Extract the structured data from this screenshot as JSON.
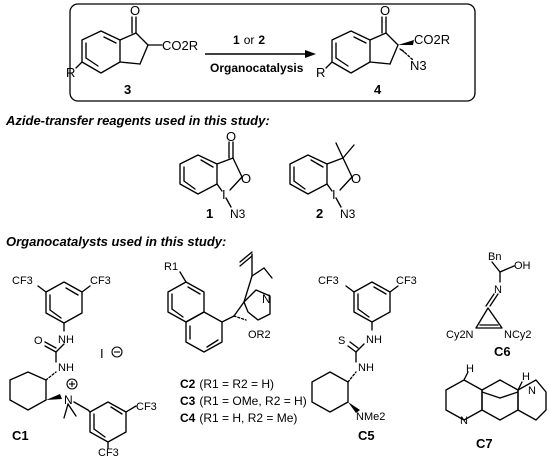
{
  "scheme": {
    "substrate_label": "3",
    "substrate_group": "CO2R",
    "substrate_r": "R",
    "product_label": "4",
    "product_group": "CO2R",
    "product_azide": "N3",
    "product_r": "R",
    "ketone_o": "O",
    "reagents_bold_1": "1",
    "reagents_or": "or",
    "reagents_bold_2": "2",
    "conditions": "Organocatalysis"
  },
  "azide_section": {
    "heading": "Azide-transfer reagents used in this study:",
    "reagent1_label": "1",
    "reagent2_label": "2",
    "atom_o": "O",
    "atom_i": "I",
    "atom_n3": "N3"
  },
  "catalyst_section": {
    "heading": "Organocatalysts used in this study:",
    "c1": {
      "label": "C1",
      "cf3": "CF3",
      "o": "O",
      "nh": "NH",
      "n": "N",
      "iodide": "I"
    },
    "c2c4": {
      "r1": "R1",
      "n": "N",
      "or2": "OR2",
      "c2": "C2",
      "c2_cond": "(R1 = R2 = H)",
      "c3": "C3",
      "c3_cond": "(R1 = OMe, R2 = H)",
      "c4": "C4",
      "c4_cond": "(R1 = H, R2 = Me)"
    },
    "c5": {
      "label": "C5",
      "cf3": "CF3",
      "s": "S",
      "nh": "NH",
      "nme2": "NMe2"
    },
    "c6": {
      "label": "C6",
      "bn": "Bn",
      "oh": "OH",
      "n": "N",
      "cy2n": "Cy2N",
      "ncy2": "NCy2"
    },
    "c7": {
      "label": "C7",
      "h": "H",
      "n": "N"
    }
  }
}
